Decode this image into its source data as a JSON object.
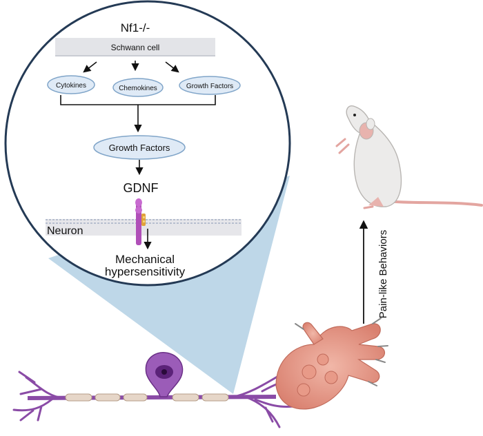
{
  "inset": {
    "genotype": "Nf1-/-",
    "source_cell": "Schwann cell",
    "secreted": [
      "Cytokines",
      "Chemokines",
      "Growth Factors"
    ],
    "combined": "Growth Factors",
    "ligand": "GDNF",
    "target_cell": "Neuron",
    "outcome_line1": "Mechanical",
    "outcome_line2": "hypersensitivity"
  },
  "behavior_label": "Pain-like Behaviors",
  "colors": {
    "neuron_purple": "#8a4ba6",
    "soma_purple": "#9b5cb8",
    "nucleus": "#3a1450",
    "oval_fill": "#dfeaf6",
    "oval_stroke": "#7fa4c8",
    "magnify_cone": "#b7d3e6",
    "skin_pink": "#e8a08f",
    "myelin": "#e6d6c8",
    "band_gray": "#e3e4e8"
  },
  "icons": [
    "magnifier-circle",
    "mouse-rearing",
    "paw",
    "neuron-cell"
  ]
}
